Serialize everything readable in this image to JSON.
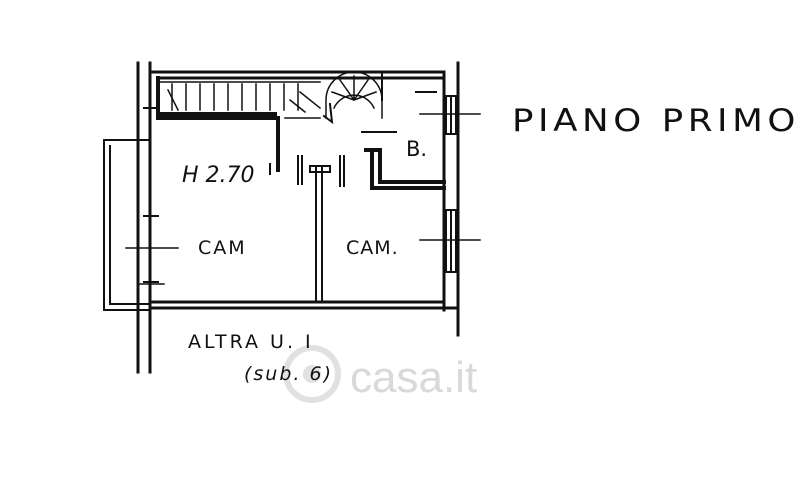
{
  "floor_title": "PIANO PRIMO",
  "labels": {
    "height": "H 2.70",
    "room_left": "CAM",
    "room_right": "CAM.",
    "bathroom": "B.",
    "other_unit": "ALTRA U. I",
    "sub": "(sub. 6)"
  },
  "watermark": "casa.it"
}
